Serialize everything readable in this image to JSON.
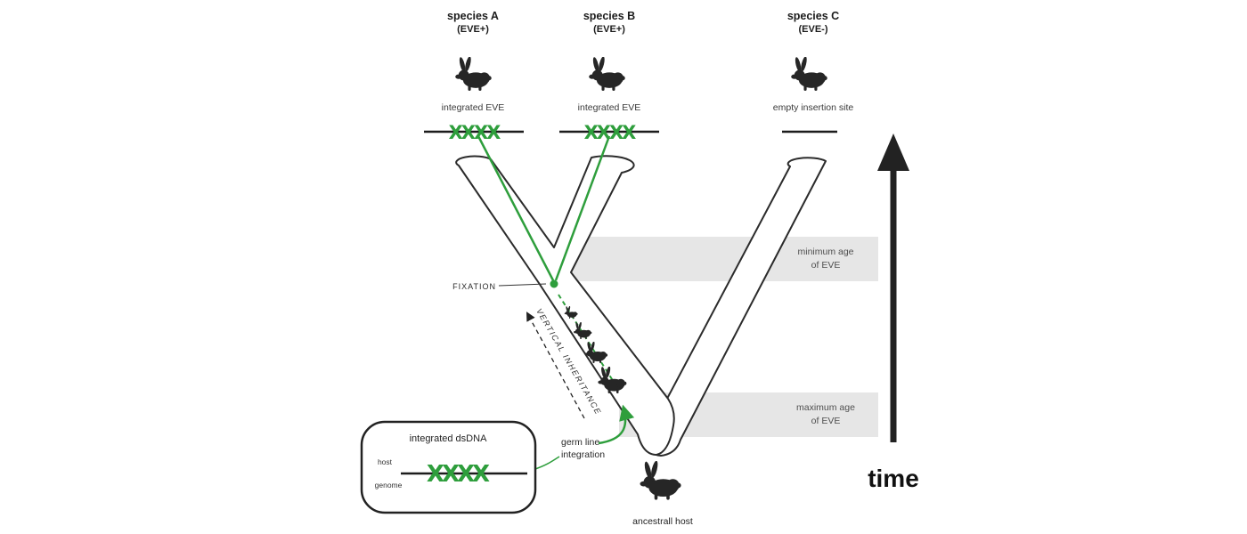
{
  "species": [
    {
      "name": "species A",
      "eve_status": "(EVE+)",
      "site_label": "integrated EVE",
      "dna": "XXXX"
    },
    {
      "name": "species B",
      "eve_status": "(EVE+)",
      "site_label": "integrated EVE",
      "dna": "XXXX"
    },
    {
      "name": "species C",
      "eve_status": "(EVE-)",
      "site_label": "empty insertion site"
    }
  ],
  "annotations": {
    "fixation": "FIXATION",
    "vertical_inheritance": "VERTICAL INHERITANCE",
    "min_age_line1": "minimum age",
    "min_age_line2": "of EVE",
    "max_age_line1": "maximum age",
    "max_age_line2": "of EVE",
    "germ_line_line1": "germ line",
    "germ_line_line2": "integration",
    "ancestral_host": "ancestrall host",
    "time_axis": "time"
  },
  "inset": {
    "title": "integrated dsDNA",
    "genome_label_line1": "host",
    "genome_label_line2": "genome",
    "dna": "XXXX"
  },
  "colors": {
    "eve_green": "#2e9e3c",
    "band_gray": "#e6e6e6",
    "ink": "#1f1f1f"
  }
}
